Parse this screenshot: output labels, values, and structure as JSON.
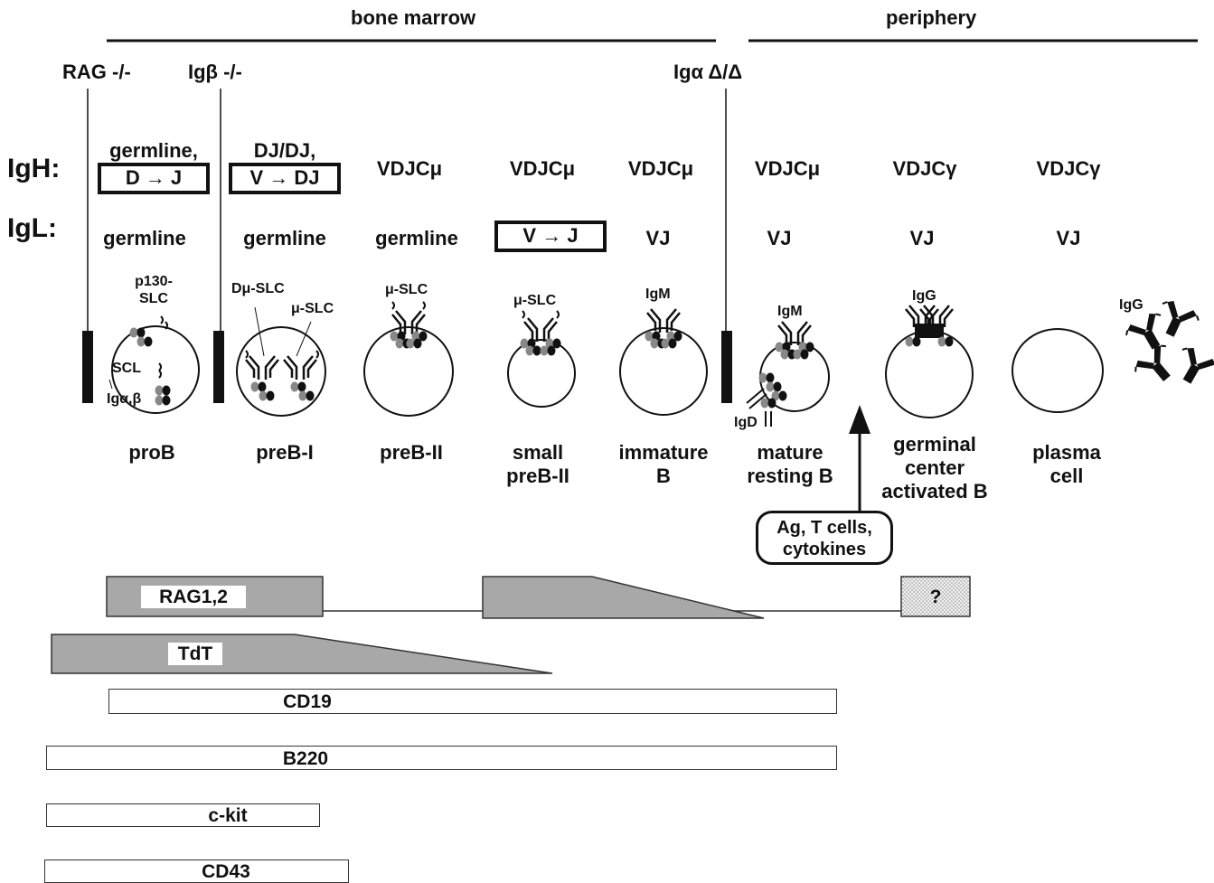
{
  "regions": {
    "bone_marrow": "bone marrow",
    "periphery": "periphery"
  },
  "mutants": {
    "rag": "RAG -/-",
    "igb": "Igβ -/-",
    "iga": "Igα Δ/Δ"
  },
  "row_labels": {
    "igh": "IgH:",
    "igl": "IgL:"
  },
  "igh": {
    "prob_top": "germline,",
    "prob_box": "D → J",
    "preb1_top": "DJ/DJ,",
    "preb1_box": "V → DJ",
    "preb2": "VDJCμ",
    "small_preb2": "VDJCμ",
    "immature": "VDJCμ",
    "mature": "VDJCμ",
    "germinal": "VDJCγ",
    "plasma": "VDJCγ"
  },
  "igl": {
    "prob": "germline",
    "preb1": "germline",
    "preb2": "germline",
    "small_preb2_box": "V → J",
    "immature": "VJ",
    "mature": "VJ",
    "germinal": "VJ",
    "plasma": "VJ"
  },
  "receptor_labels": {
    "p130_line1": "p130-",
    "p130_line2": "SLC",
    "scl": "SCL",
    "igab": "Igα,β",
    "dmu_slc": "Dμ-SLC",
    "mu_slc_1": "μ-SLC",
    "mu_slc_2": "μ-SLC",
    "mu_slc_3": "μ-SLC",
    "igm_1": "IgM",
    "igm_2": "IgM",
    "igd": "IgD",
    "igg_1": "IgG",
    "igg_2": "IgG"
  },
  "stages": {
    "prob": "proB",
    "preb1": "preB-I",
    "preb2": "preB-II",
    "small_preb2_l1": "small",
    "small_preb2_l2": "preB-II",
    "immature_l1": "immature",
    "immature_l2": "B",
    "mature_l1": "mature",
    "mature_l2": "resting B",
    "germinal_l1": "germinal",
    "germinal_l2": "center",
    "germinal_l3": "activated B",
    "plasma_l1": "plasma",
    "plasma_l2": "cell"
  },
  "stimulus": {
    "line1": "Ag, T cells,",
    "line2": "cytokines"
  },
  "markers": {
    "rag": "RAG1,2",
    "unknown": "?",
    "tdt": "TdT",
    "cd19": "CD19",
    "b220": "B220",
    "ckit": "c-kit",
    "cd43": "CD43"
  },
  "colors": {
    "ink": "#111111",
    "gray_fill": "#a8a8a8",
    "dot_fill": "#dddddd"
  }
}
